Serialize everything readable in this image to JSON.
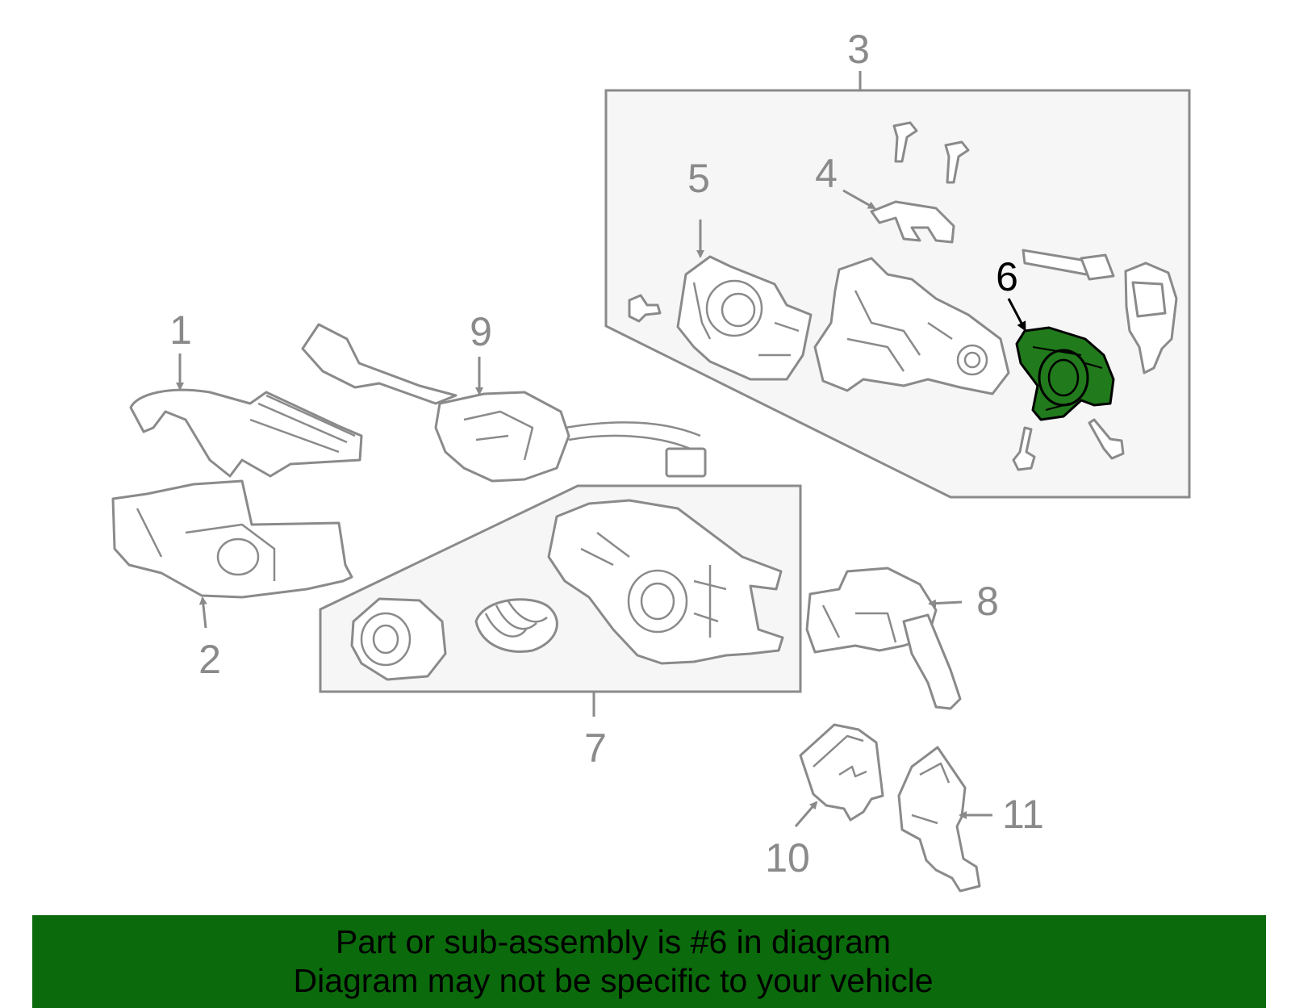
{
  "callouts": {
    "c1": "1",
    "c2": "2",
    "c3": "3",
    "c4": "4",
    "c5": "5",
    "c6": "6",
    "c7": "7",
    "c8": "8",
    "c9": "9",
    "c10": "10",
    "c11": "11"
  },
  "highlighted_part": "6",
  "banner": {
    "line1": "Part or sub-assembly is #6 in diagram",
    "line2": "Diagram may not be specific to your vehicle"
  },
  "colors": {
    "banner_bg": "#0b6a0b",
    "highlight_fill": "#217a1b",
    "line_gray": "#8a8a8a",
    "panel_bg": "#f6f6f6"
  }
}
